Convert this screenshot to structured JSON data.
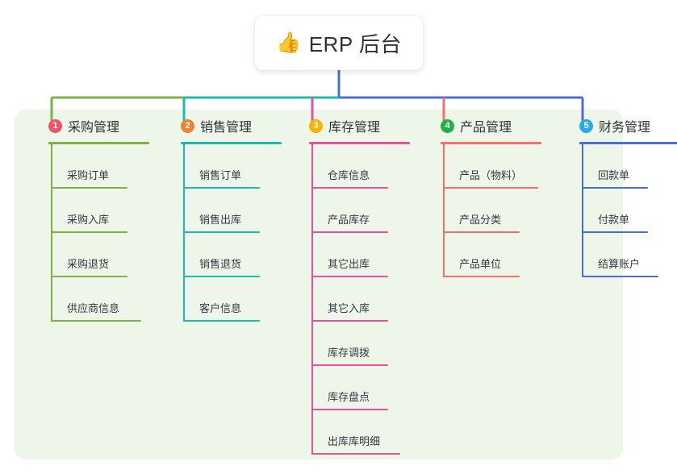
{
  "root": {
    "emoji": "👍",
    "emoji_icon_name": "thumbs-up-icon",
    "title": "ERP 后台"
  },
  "colors": {
    "board_background": "#eef6e9",
    "root_connector": "#4a6fd4",
    "column_1": "#7cb342",
    "column_2": "#1abcae",
    "column_3": "#ec4f9c",
    "column_4": "#f5706a",
    "column_5": "#4a6fd4",
    "badge_1": "#f2516a",
    "badge_2": "#f2812f",
    "badge_3": "#f7b500",
    "badge_4": "#21b24b",
    "badge_5": "#2aaae2"
  },
  "columns": [
    {
      "number": "1",
      "title": "采购管理",
      "color": "#7cb342",
      "badge_color": "#f2516a",
      "items": [
        {
          "label": "采购订单",
          "rule_width": 95
        },
        {
          "label": "采购入库",
          "rule_width": 95
        },
        {
          "label": "采购退货",
          "rule_width": 95
        },
        {
          "label": "供应商信息",
          "rule_width": 112
        }
      ]
    },
    {
      "number": "2",
      "title": "销售管理",
      "color": "#1abcae",
      "badge_color": "#f2812f",
      "items": [
        {
          "label": "销售订单",
          "rule_width": 95
        },
        {
          "label": "销售出库",
          "rule_width": 95
        },
        {
          "label": "销售退货",
          "rule_width": 95
        },
        {
          "label": "客户信息",
          "rule_width": 95
        }
      ]
    },
    {
      "number": "3",
      "title": "库存管理",
      "color": "#ec4f9c",
      "badge_color": "#f7b500",
      "items": [
        {
          "label": "仓库信息",
          "rule_width": 95
        },
        {
          "label": "产品库存",
          "rule_width": 95
        },
        {
          "label": "其它出库",
          "rule_width": 95
        },
        {
          "label": "其它入库",
          "rule_width": 95
        },
        {
          "label": "库存调拨",
          "rule_width": 95
        },
        {
          "label": "库存盘点",
          "rule_width": 95
        },
        {
          "label": "出库库明细",
          "rule_width": 110
        }
      ]
    },
    {
      "number": "4",
      "title": "产品管理",
      "color": "#f5706a",
      "badge_color": "#21b24b",
      "items": [
        {
          "label": "产品（物料）",
          "rule_width": 118
        },
        {
          "label": "产品分类",
          "rule_width": 95
        },
        {
          "label": "产品单位",
          "rule_width": 95
        }
      ]
    },
    {
      "number": "5",
      "title": "财务管理",
      "color": "#4a6fd4",
      "badge_color": "#2aaae2",
      "items": [
        {
          "label": "回款单",
          "rule_width": 82
        },
        {
          "label": "付款单",
          "rule_width": 82
        },
        {
          "label": "结算账户",
          "rule_width": 95
        }
      ]
    }
  ]
}
